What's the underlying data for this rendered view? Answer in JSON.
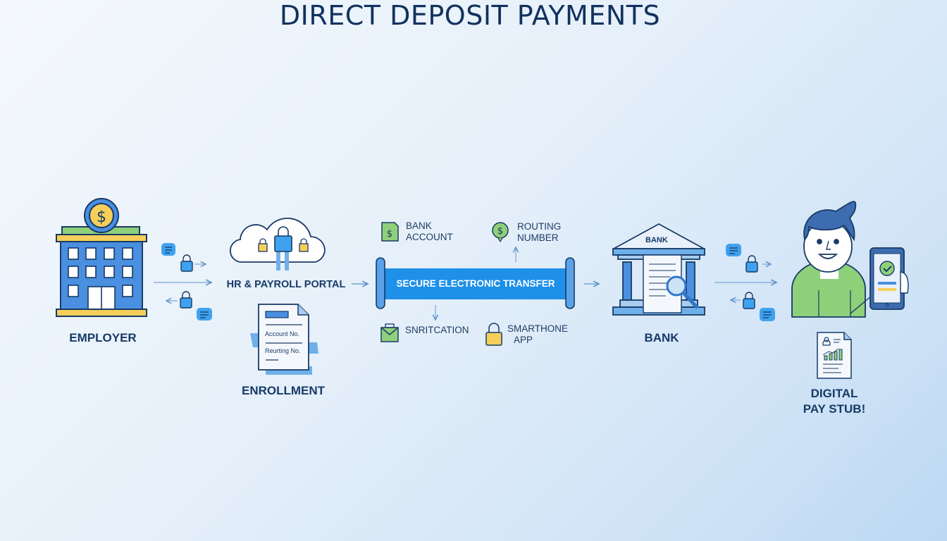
{
  "title": "DIRECT DEPOSIT PAYMENTS",
  "nodes": {
    "employer": "EMPLOYER",
    "portal": "HR & PAYROLL PORTAL",
    "enrollment": "ENROLLMENT",
    "bank": "BANK",
    "bank_sign": "BANK",
    "paystub_line1": "DIGITAL",
    "paystub_line2": "PAY STUB!"
  },
  "enrollment_form": {
    "field1": "Account No.",
    "field2": "Reurting No."
  },
  "transfer": {
    "label": "SECURE ELECTRONIC TRANSFER",
    "bank_account_line1": "BANK",
    "bank_account_line2": "ACCOUNT",
    "routing_line1": "ROUTING",
    "routing_line2": "NUMBER",
    "notification": "SNRITCATION",
    "smartphone_line1": "SMARTHONE",
    "smartphone_line2": "APP"
  },
  "colors": {
    "navy": "#173a66",
    "blue": "#1e90e8",
    "green": "#8fd07a",
    "yellow": "#f6cf5a"
  }
}
